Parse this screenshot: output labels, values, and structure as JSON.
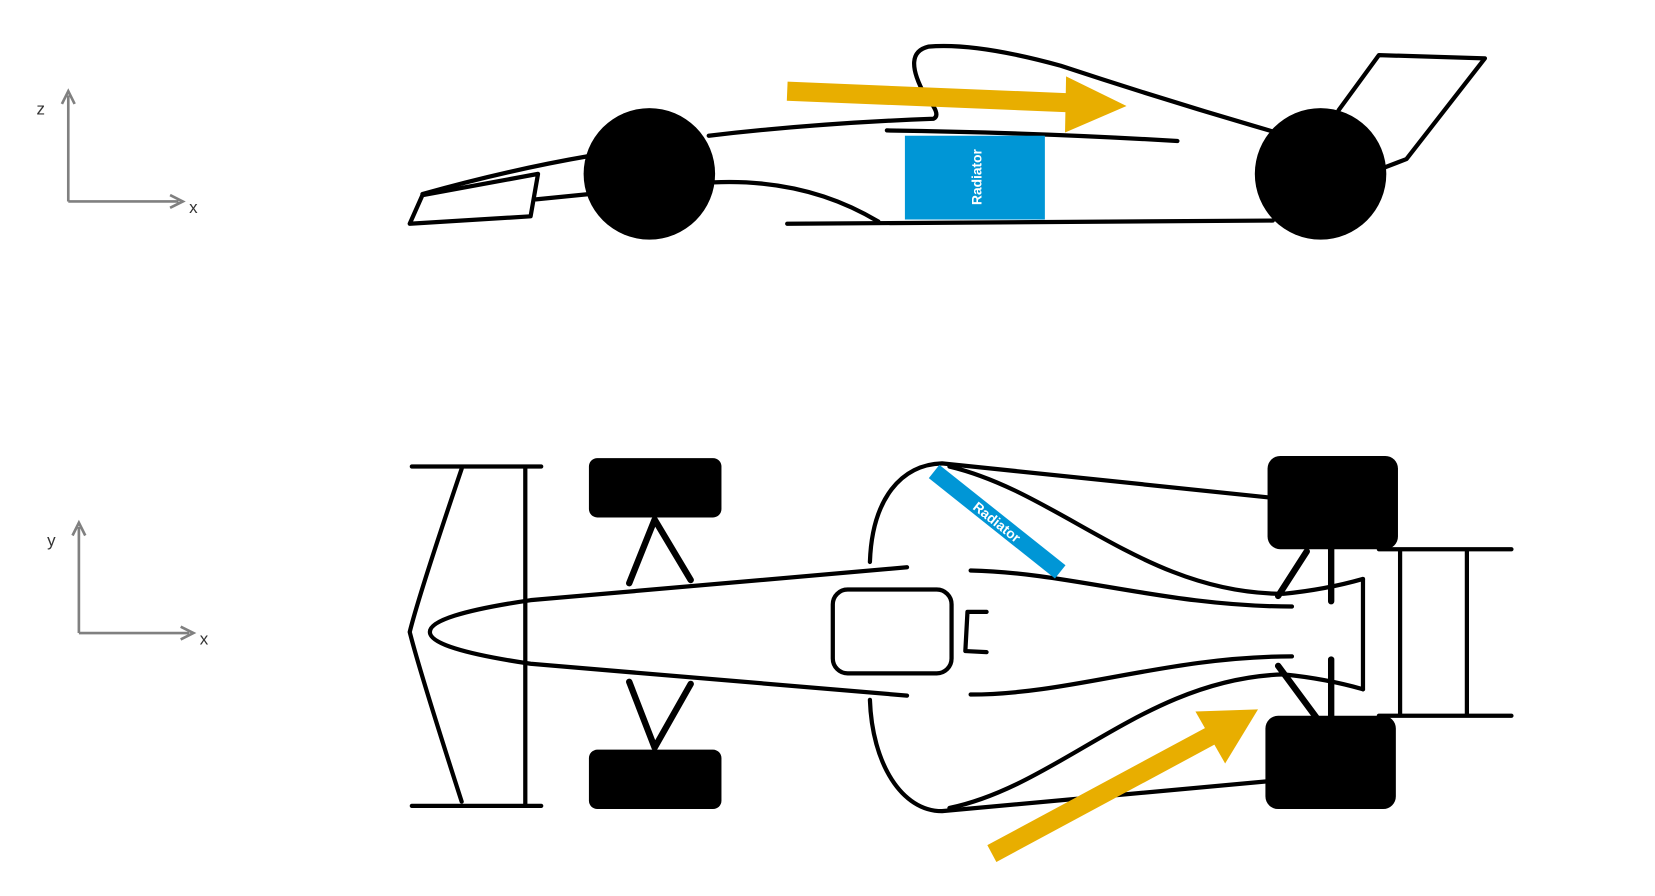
{
  "colors": {
    "airflow_arrow": "#E8AE00",
    "radiator": "#0096D6",
    "outline": "#000000",
    "axis": "#808080"
  },
  "side_view": {
    "axis": {
      "vertical_label": "z",
      "horizontal_label": "x"
    },
    "radiator_label": "Radiator"
  },
  "top_view": {
    "axis": {
      "vertical_label": "y",
      "horizontal_label": "x"
    },
    "radiator_label": "Radiator"
  }
}
